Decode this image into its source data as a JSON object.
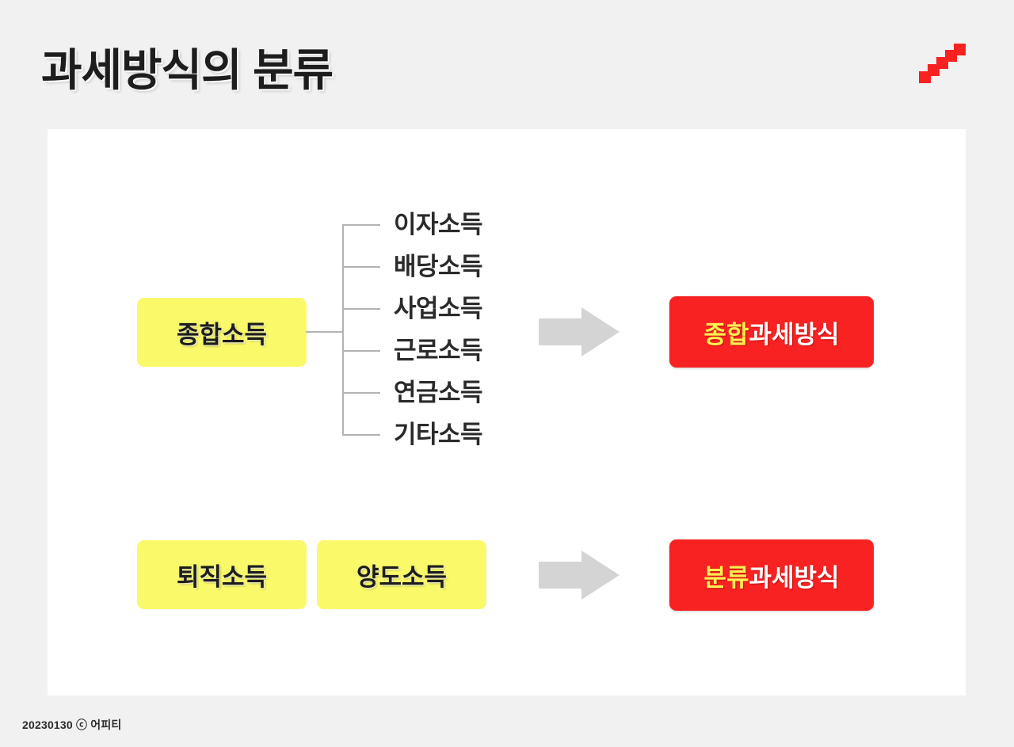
{
  "slide": {
    "title": "과세방식의 분류",
    "background_color": "#f1f1f1",
    "card_color": "#ffffff"
  },
  "logo": {
    "name": "red-staircase-logo",
    "color": "#fa2121",
    "steps": 5
  },
  "colors": {
    "yellow_box": "#f9f96a",
    "red_box": "#f92222",
    "highlight_text": "#fff04f",
    "white_text": "#ffffff",
    "arrow_gray": "#d4d4d4",
    "line_gray": "#b3b3b3"
  },
  "diagram": {
    "comprehensive": {
      "source_label": "종합소득",
      "income_types": [
        {
          "label": "이자소득"
        },
        {
          "label": "배당소득"
        },
        {
          "label": "사업소득"
        },
        {
          "label": "근로소득"
        },
        {
          "label": "연금소득"
        },
        {
          "label": "기타소득"
        }
      ],
      "result": {
        "highlight": "종합",
        "rest": "과세방식"
      }
    },
    "classified": {
      "source_labels": [
        {
          "label": "퇴직소득"
        },
        {
          "label": "양도소득"
        }
      ],
      "result": {
        "highlight": "분류",
        "rest": "과세방식"
      }
    }
  },
  "footer": {
    "text": "20230130 ⓒ 어피티"
  }
}
